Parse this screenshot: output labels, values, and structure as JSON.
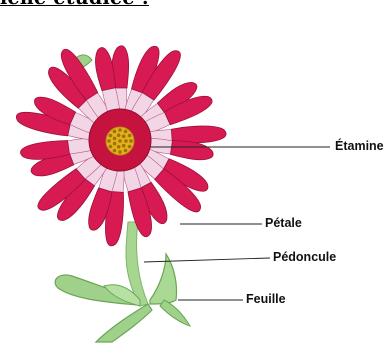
{
  "header": {
    "text": "iene étudiée :"
  },
  "labels": {
    "stamen": "Étamine",
    "petal": "Pétale",
    "peduncle": "Pédoncule",
    "leaf": "Feuille"
  },
  "colors": {
    "petal": "#d81a52",
    "petal_base": "#f3d6e6",
    "center": "#c5123e",
    "stamens": "#e0b31e",
    "stem": "#a6d68f",
    "leaf": "#9fd18a"
  }
}
